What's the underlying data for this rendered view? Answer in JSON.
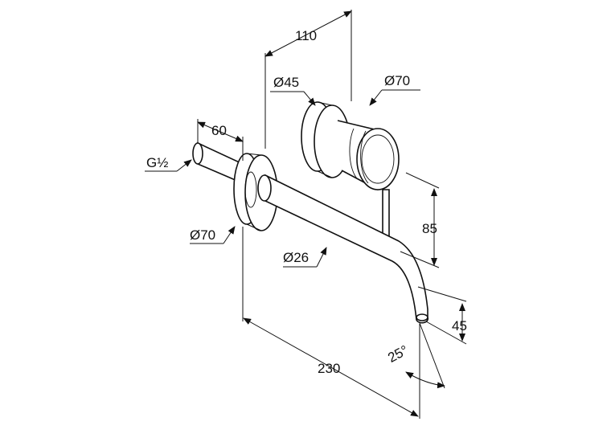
{
  "dimensions": {
    "depth_mixer": "110",
    "mixer_outer_diameter": "Ø45",
    "mixer_rosette_diameter": "Ø70",
    "connection_length": "60",
    "thread": "G½",
    "spout_rosette_diameter": "Ø70",
    "spout_diameter": "Ø26",
    "height_lever_to_spout": "85",
    "spout_drop": "45",
    "spout_projection": "230",
    "spout_angle": "25°"
  },
  "colors": {
    "line": "#111111",
    "background": "#ffffff"
  }
}
